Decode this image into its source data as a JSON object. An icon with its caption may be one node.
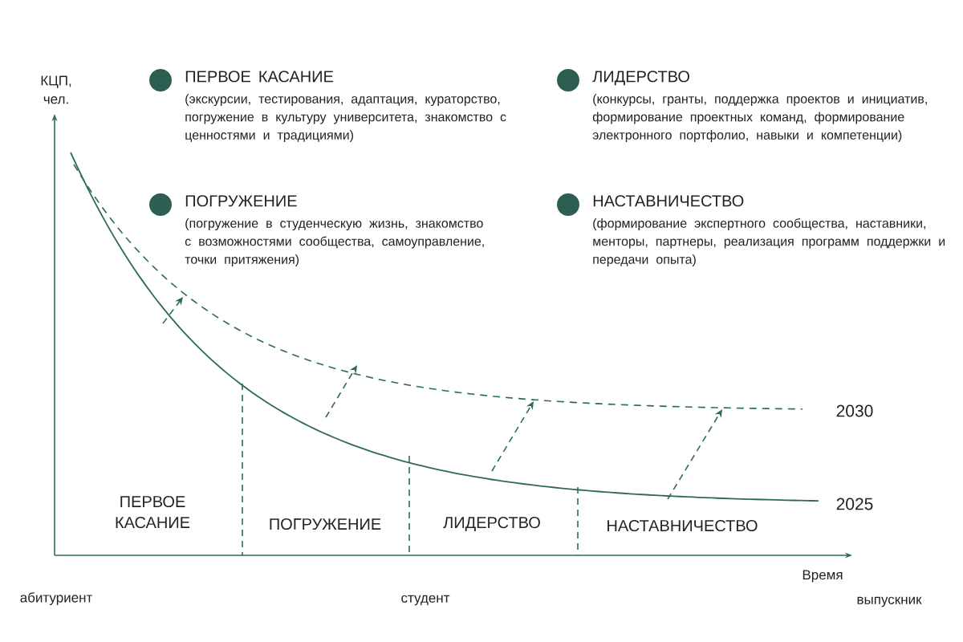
{
  "diagram": {
    "nodes": [
      {
        "text": [
          "ПЕРВОЕ КАСАНИЕ",
          "(экскурсии, тестирования, адаптация, кураторство, погружение в культуру университета, знакомство с ценностями и традициями)"
        ]
      },
      {
        "text": [
          "ЛИДЕРСТВО",
          "(конкурсы, гранты, поддержка проектов и инициатив, формирование проектных команд, формирование электронного портфолио, навыки и компетенции)"
        ]
      },
      {
        "text": [
          "ПОГРУЖЕНИЕ",
          "(погружение в студенческую жизнь, знакомство с возможностями сообщества, самоуправление, точки притяжения)"
        ]
      },
      {
        "text": [
          "НАСТАВНИЧЕСТВО",
          "(формирование экспертного сообщества, наставники, менторы, партнеры, реализация программ поддержки и передачи опыта)"
        ]
      }
    ],
    "labels": [
      "КЦП, чел.",
      "2030",
      "ПЕРВОЕ КАСАНИЕ",
      "ПОГРУЖЕНИЕ",
      "ЛИДЕРСТВО",
      "НАСТАВНИЧЕСТВО",
      "2025",
      "Время",
      "абитуриент",
      "студент",
      "выпускник"
    ]
  }
}
